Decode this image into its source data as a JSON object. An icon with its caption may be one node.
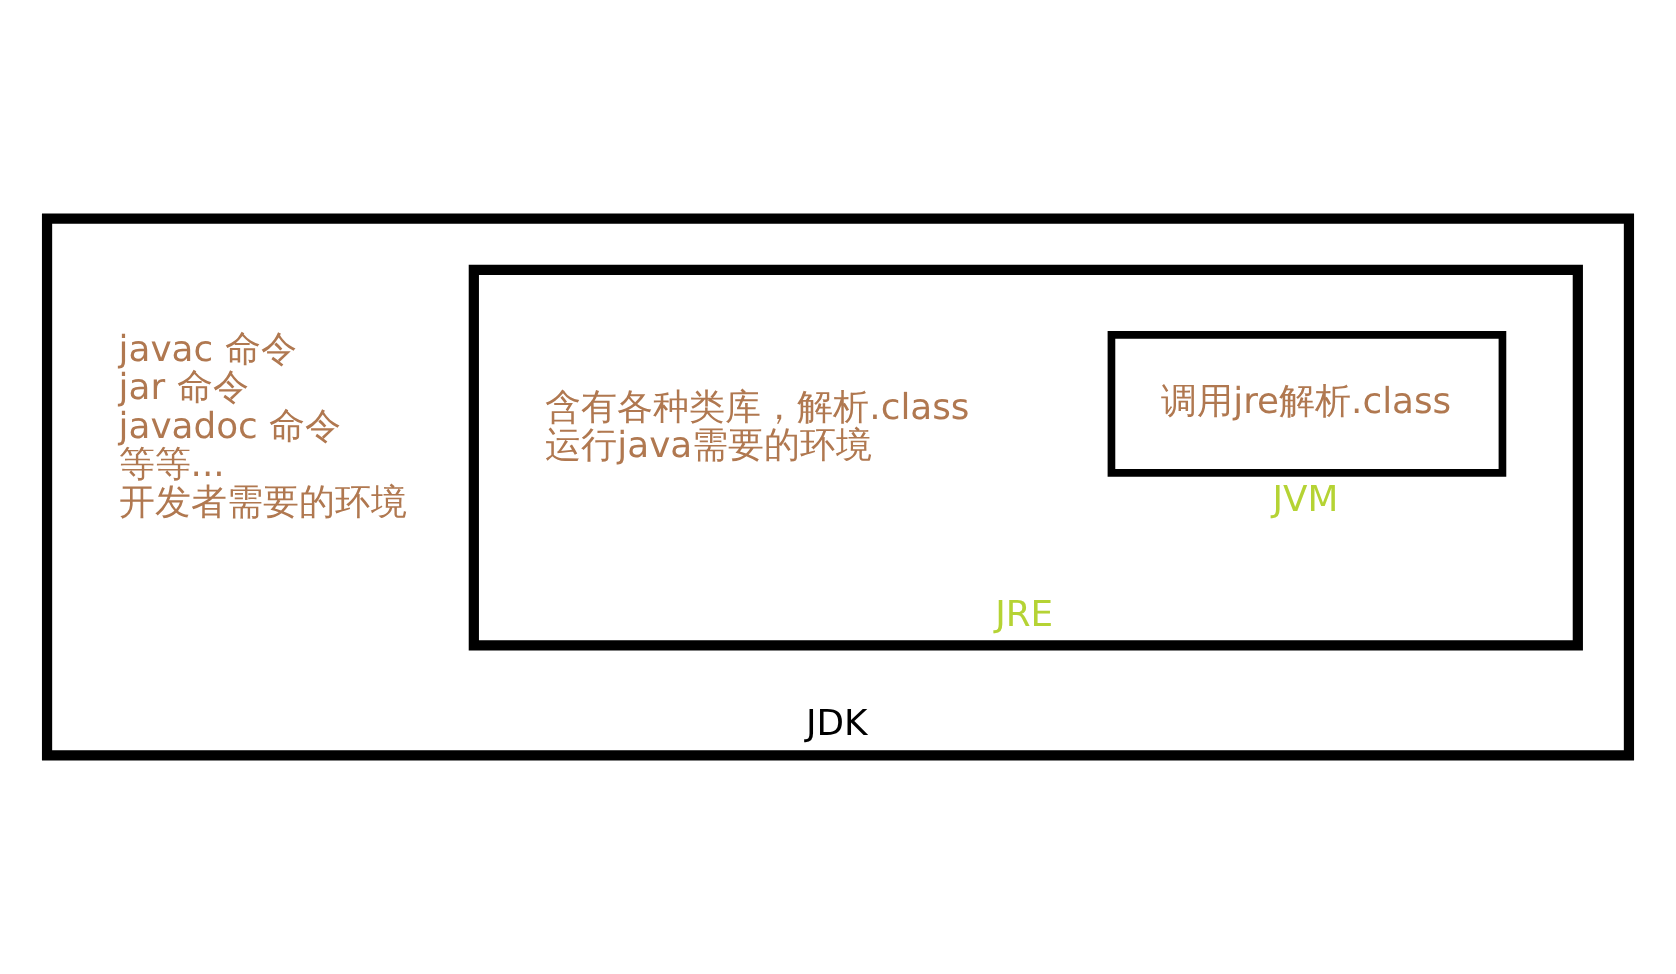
{
  "diagram": {
    "nodes": [
      {
        "text": [
          "javac 命令",
          "jar 命令",
          "javadoc 命令",
          "等等...",
          "开发者需要的环境",
          "JDK"
        ]
      },
      {
        "text": [
          "含有各种类库，解析.class",
          "运行java需要的环境",
          "JRE"
        ],
        "in": 0
      },
      {
        "text": [
          "调用jre解析.class",
          "JVM"
        ],
        "in": 1
      }
    ],
    "edges": []
  }
}
